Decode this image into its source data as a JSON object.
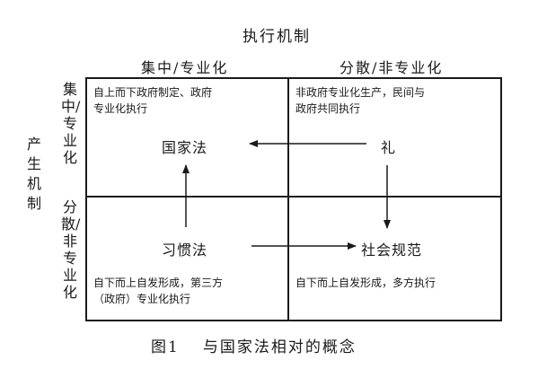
{
  "top_axis": {
    "title": "执行机制"
  },
  "columns": [
    {
      "label": "集中/专业化"
    },
    {
      "label": "分散/非专业化"
    }
  ],
  "left_axis": {
    "title": "产生机制"
  },
  "rows": [
    {
      "label": "集中/专业化"
    },
    {
      "label": "分散/非专业化"
    }
  ],
  "cells": {
    "top_left": {
      "lines": [
        "自上而下政府制定、政府",
        "专业化执行"
      ]
    },
    "top_right": {
      "lines": [
        "非政府专业化生产，民间与",
        "政府共同执行"
      ]
    },
    "bottom_left": {
      "lines": [
        "自下而上自发形成，第三方",
        "（政府）专业化执行"
      ]
    },
    "bottom_right": {
      "lines": [
        "自下而上自发形成，多方执行"
      ]
    }
  },
  "nodes": {
    "state_law": "国家法",
    "li": "礼",
    "custom_law": "习惯法",
    "social_norms": "社会规范"
  },
  "edges": [
    {
      "from": "礼",
      "to": "国家法"
    },
    {
      "from": "习惯法",
      "to": "国家法"
    },
    {
      "from": "礼",
      "to": "社会规范"
    },
    {
      "from": "习惯法",
      "to": "社会规范"
    }
  ],
  "caption": {
    "figure": "图1",
    "text": "与国家法相对的概念"
  }
}
